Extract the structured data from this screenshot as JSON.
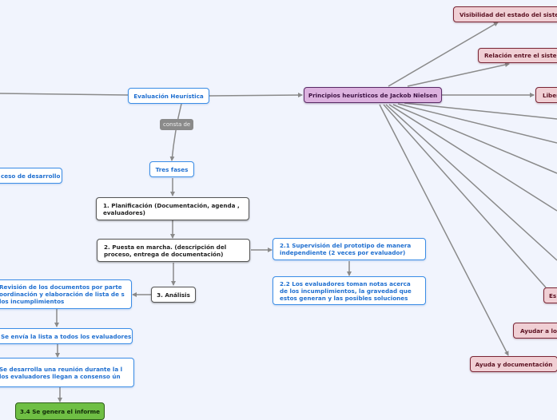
{
  "diagram": {
    "type": "mind-map",
    "main_node": "Evaluación Heurística",
    "link_label": "consta de",
    "phases_node": "Tres fases",
    "left_node": "ceso de desarrollo",
    "phases": [
      "1. Planificación (Documentación, agenda , evaluadores)",
      "2. Puesta en marcha. (descripción del proceso, entrega de documentación)",
      "3. Análisis"
    ],
    "phase2_children": [
      "2.1 Supervisión del prototipo de manera independiente (2 veces por evaluador)",
      "2.2 Los evaluadores toman notas acerca de los incumplimientos, la gravedad que estos generan y las posibles soluciones"
    ],
    "phase3_children": [
      "Revisión de los documentos por parte oordinación y elaboración de lista de s los incumplimientos",
      "Se envía la lista a todos los evaluadores",
      "Se desarrolla una reunión durante la l los evaluadores llegan a consenso ún",
      "3.4 Se genera el informe"
    ],
    "principles_node": "Principios heurísticos de Jackob Nielsen",
    "principles": [
      "Visibilidad del estado del sistem",
      "Relación entre el sistem",
      "Liber",
      "Es",
      "Ayudar a los",
      "Ayuda y documentación"
    ]
  },
  "colors": {
    "background": "#f1f4fd",
    "blue_node_border": "#3b8de6",
    "blue_node_text": "#1f6fd0",
    "principles_fill": "#dcb2df",
    "principle_fill": "#f0cfd4",
    "principle_border": "#7a2535",
    "final_node_fill": "#6fbf44",
    "connector": "#8a8a8a"
  }
}
